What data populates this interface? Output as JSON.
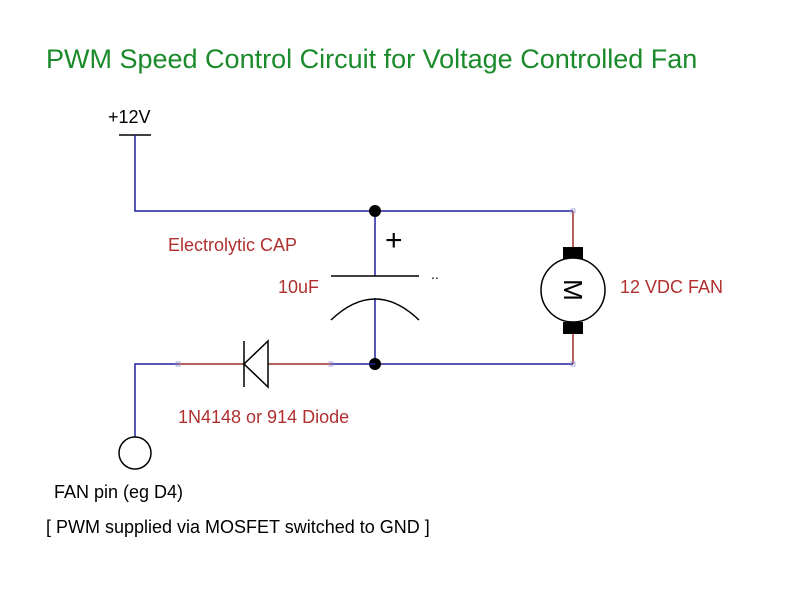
{
  "title": "PWM Speed Control Circuit for Voltage Controlled Fan",
  "supply_label": "+12V",
  "capacitor": {
    "type_label": "Electrolytic CAP",
    "value_label": "10uF",
    "polarity_mark": "+",
    "stray_mark": ".."
  },
  "motor": {
    "symbol": "M",
    "label": "12 VDC FAN"
  },
  "diode": {
    "label": "1N4148 or 914 Diode"
  },
  "fan_pin": {
    "label": "FAN pin (eg D4)"
  },
  "note": "[ PWM supplied via MOSFET switched to GND ]",
  "colors": {
    "title": "#1a8a2a",
    "wire_blue": "#1f1f9e",
    "wire_red": "#9e2a2a",
    "label_red": "#b03030",
    "black": "#000000"
  }
}
